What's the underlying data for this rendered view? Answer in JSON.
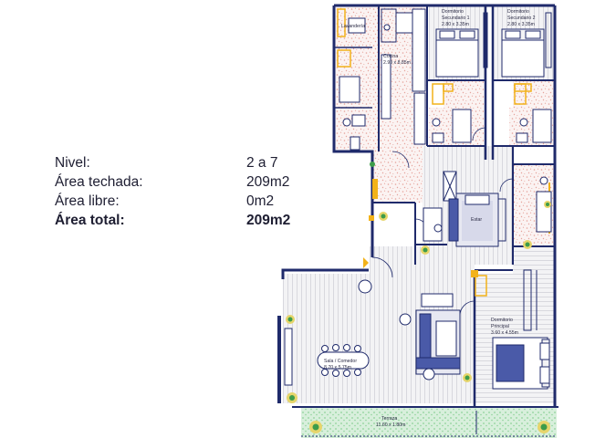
{
  "info": {
    "rows": [
      {
        "label": "Nivel:",
        "value": "2 a 7"
      },
      {
        "label": "Área techada:",
        "value": "209m2"
      },
      {
        "label": "Área libre:",
        "value": "0m2"
      },
      {
        "label": "Área total:",
        "value": "209m2"
      }
    ]
  },
  "rooms": {
    "lavanderia": {
      "name": "Lavandería"
    },
    "cocina": {
      "name": "Cocina",
      "dims": "2.90 x 8.85m"
    },
    "dorm_sec1": {
      "name": "Dormitorio",
      "name2": "Secundario 1",
      "dims": "2.80 x 3.35m"
    },
    "dorm_sec2": {
      "name": "Dormitorio",
      "name2": "Secundario 2",
      "dims": "2.80 x 3.35m"
    },
    "estar": {
      "name": "Estar"
    },
    "dorm_principal": {
      "name": "Dormitorio",
      "name2": "Principal",
      "dims": "3.60 x 4.55m"
    },
    "sala": {
      "name": "Sala / Comedor",
      "dims": "8.70 x 5.75m"
    },
    "terraza": {
      "name": "Terraza",
      "dims": "11.60 x 1.80m"
    }
  },
  "colors": {
    "wall": "#1f2a6b",
    "floor_wood": "#d6d6dc",
    "terrazzo_pink": "#e9b9b2",
    "furniture_blue": "#4a5aa8",
    "door_yellow": "#f2b21a",
    "plant_green": "#3d9c4a",
    "terrace_green": "#8fd39a"
  }
}
